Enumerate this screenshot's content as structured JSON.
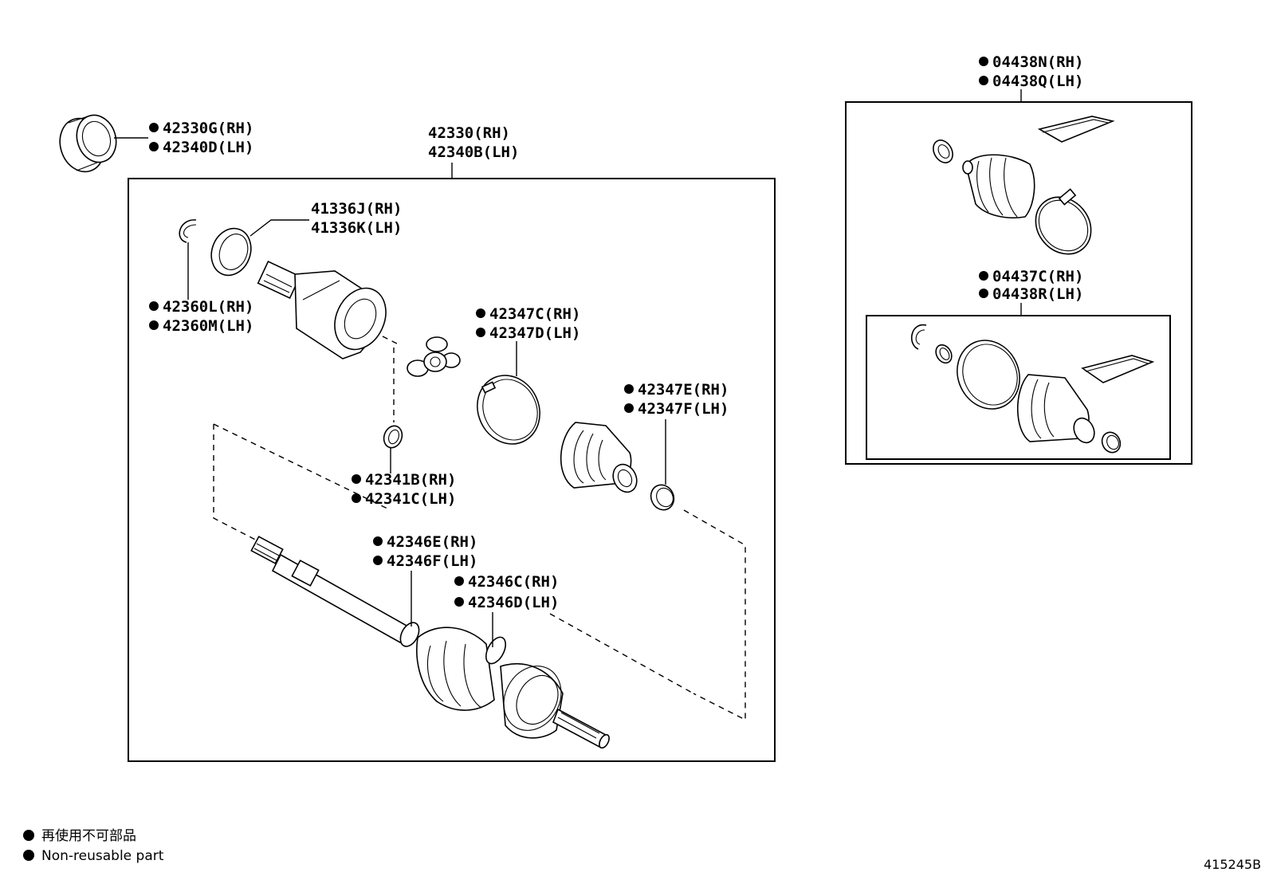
{
  "labels": {
    "main_assembly": [
      "42330(RH)",
      "42340B(LH)"
    ],
    "outboard_seal": [
      "42330G(RH)",
      "42340D(LH)"
    ],
    "dust_cover": [
      "41336J(RH)",
      "41336K(LH)"
    ],
    "inner_snap_ring": [
      "42360L(RH)",
      "42360M(LH)"
    ],
    "large_boot_clamp": [
      "42347C(RH)",
      "42347D(LH)"
    ],
    "small_boot_clamp": [
      "42347E(RH)",
      "42347F(LH)"
    ],
    "tripod_snap_ring": [
      "42341B(RH)",
      "42341C(LH)"
    ],
    "shaft_clamp_small": [
      "42346E(RH)",
      "42346F(LH)"
    ],
    "shaft_clamp_large": [
      "42346C(RH)",
      "42346D(LH)"
    ],
    "inboard_boot_kit": [
      "04438N(RH)",
      "04438Q(LH)"
    ],
    "outboard_boot_kit": [
      "04437C(RH)",
      "04438R(LH)"
    ]
  },
  "legend": {
    "japanese": "再使用不可部品",
    "english": "Non-reusable part"
  },
  "diagram_code": "415245B"
}
